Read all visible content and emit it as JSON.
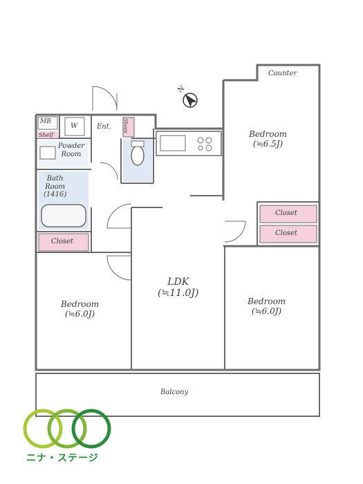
{
  "rooms": {
    "counter": "Counter",
    "bedroom_top": {
      "name": "Bedroom",
      "size": "(≒6.5J)"
    },
    "mb": "MB",
    "w": "W",
    "ent": "Ent.",
    "shoes": "Shoes",
    "shelf": "Shelf",
    "powder_room": "Powder\nRoom",
    "bath_room": "Bath\nRoom\n(1416)",
    "closet_left": "Closet",
    "closet_right_1": "Closet",
    "closet_right_2": "Closet",
    "bedroom_left": {
      "name": "Bedroom",
      "size": "(≒6.0J)"
    },
    "ldk": {
      "name": "LDK",
      "size": "(≒11.0J)"
    },
    "bedroom_right": {
      "name": "Bedroom",
      "size": "(≒6.0J)"
    },
    "balcony": "Balcony"
  },
  "compass": {
    "label": "N"
  },
  "logo": {
    "text": "ニナ・ステージ"
  },
  "colors": {
    "wall": "#6b6b6b",
    "closet_fill": "#f4cfdc",
    "wet_fill": "#dde8f3",
    "logo_green": "#2e8b3e",
    "logo_lime": "#a6c93a"
  }
}
